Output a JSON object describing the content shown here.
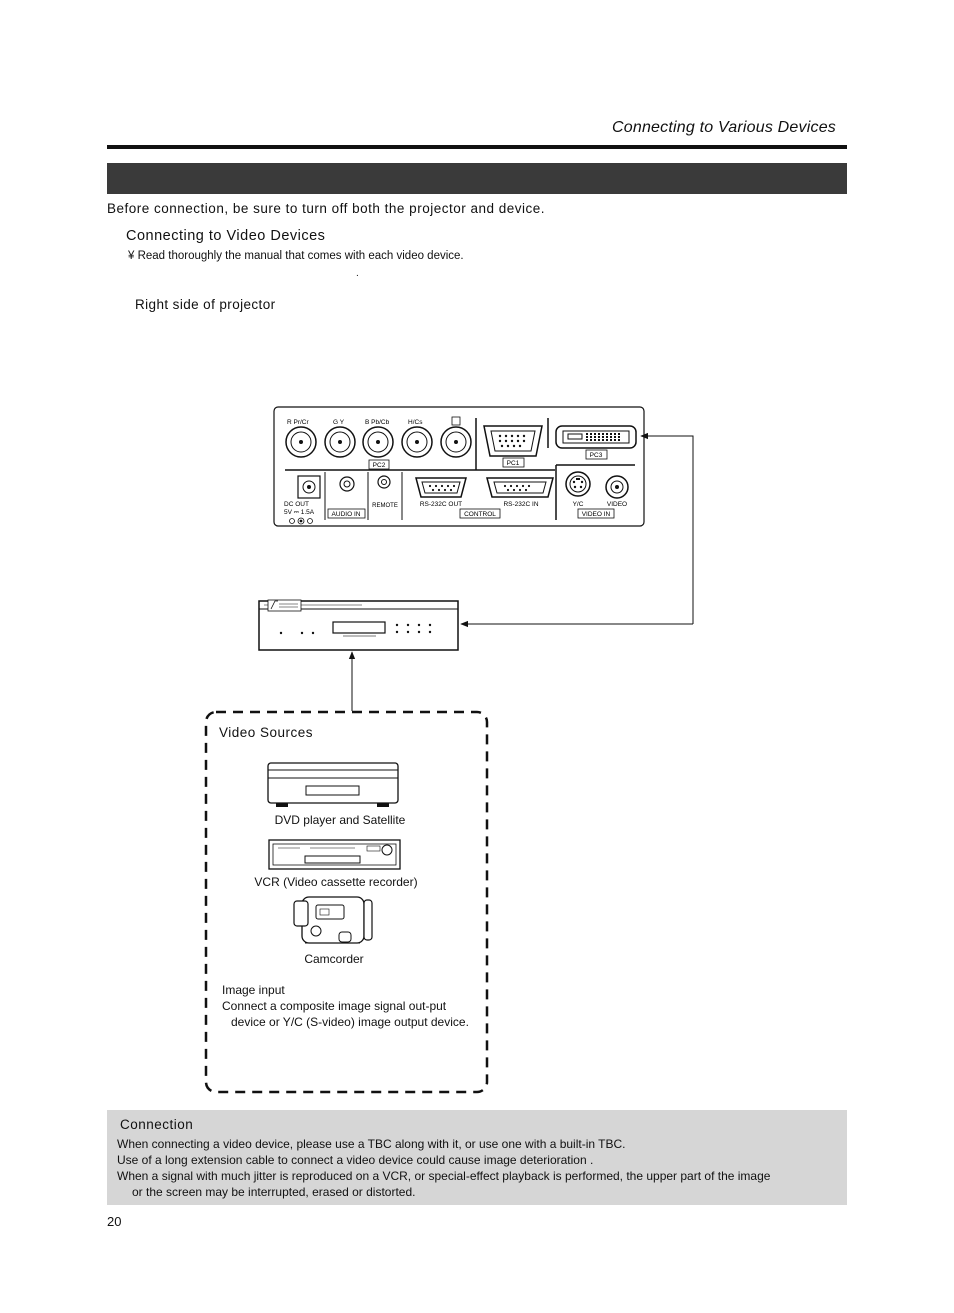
{
  "header": {
    "section_title": "Connecting to Various Devices"
  },
  "intro": "Before connection, be sure to turn off both the projector and device.",
  "subsection": {
    "title": "Connecting to Video Devices",
    "note": "¥ Read thoroughly the manual that comes with each video device.",
    "stray_mark": "."
  },
  "diagram": {
    "side_label": "Right side of projector",
    "panel": {
      "pc2_port_labels": [
        "R Pr/Cr",
        "G Y",
        "B Pb/Cb",
        "H/Cs",
        ""
      ],
      "pc2_label": "PC2",
      "pc1_label": "PC1",
      "pc3_label": "PC3",
      "dc_out": "DC OUT",
      "dc_spec": "5V ⎓ 1.5A",
      "audio_in": "AUDIO IN",
      "remote": "REMOTE",
      "rs232_out": "RS-232C OUT",
      "rs232_in": "RS-232C IN",
      "control": "CONTROL",
      "yc": "Y/C",
      "video": "VIDEO",
      "video_in": "VIDEO IN"
    },
    "video_sources": {
      "title": "Video Sources",
      "devices": [
        {
          "name": "DVD player and Satellite",
          "icon": "dvd-player-icon"
        },
        {
          "name": "VCR (Video cassette recorder)",
          "icon": "vcr-icon"
        },
        {
          "name": "Camcorder",
          "icon": "camcorder-icon"
        }
      ],
      "image_input_title": "Image input",
      "image_input_body": "Connect a composite image signal out-put device or Y/C (S-video) image output device."
    }
  },
  "connection_box": {
    "title": "Connection",
    "lines": [
      "When connecting a video device, please use a TBC along with it, or use one with a built-in TBC.",
      "Use of a long extension cable to connect a video device could cause image deterioration .",
      "When a signal with much jitter is reproduced on a VCR, or special-effect playback is performed, the upper part of the image",
      "or the screen may be interrupted, erased or distorted."
    ]
  },
  "page_number": "20"
}
